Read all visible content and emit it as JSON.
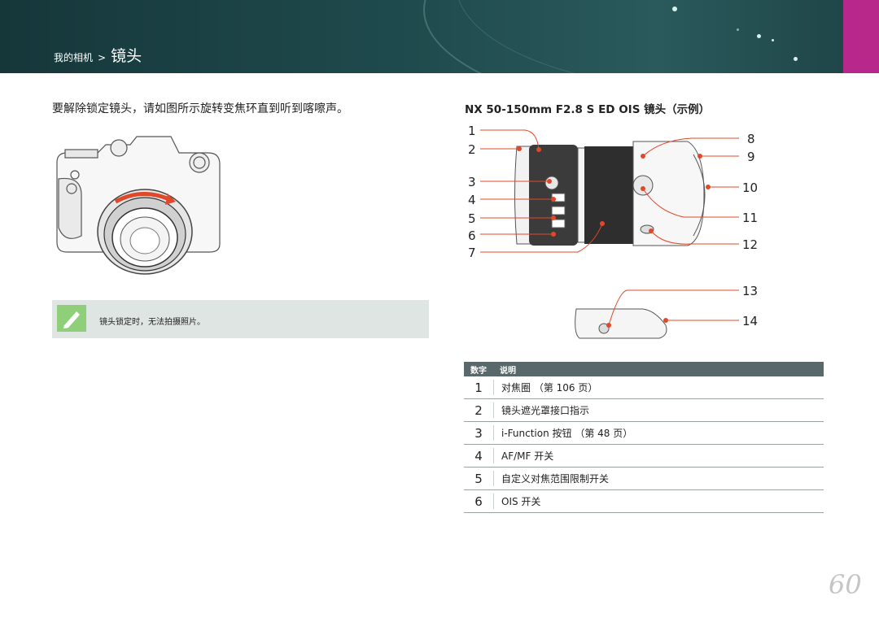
{
  "header": {
    "breadcrumb_parent": "我的相机",
    "breadcrumb_sep": ">",
    "breadcrumb_current": "镜头",
    "accent_color": "#b8278a"
  },
  "intro_text": "要解除锁定镜头，请如图所示旋转变焦环直到听到喀嚓声。",
  "section_title": "NX 50-150mm F2.8 S ED OIS 镜头（示例）",
  "note": {
    "icon": "pencil-note-icon",
    "text": "镜头锁定时，无法拍摄照片。"
  },
  "callouts": [
    "1",
    "2",
    "3",
    "4",
    "5",
    "6",
    "7",
    "8",
    "9",
    "10",
    "11",
    "12",
    "13",
    "14"
  ],
  "table": {
    "header_num": "数字",
    "header_desc": "说明",
    "rows": [
      {
        "num": "1",
        "desc": "对焦圈 （第 106 页）"
      },
      {
        "num": "2",
        "desc": "镜头遮光罩接口指示"
      },
      {
        "num": "3",
        "desc": "i-Function 按钮 （第 48 页）"
      },
      {
        "num": "4",
        "desc": "AF/MF 开关"
      },
      {
        "num": "5",
        "desc": "自定义对焦范围限制开关"
      },
      {
        "num": "6",
        "desc": "OIS 开关"
      }
    ]
  },
  "page_number": "60"
}
